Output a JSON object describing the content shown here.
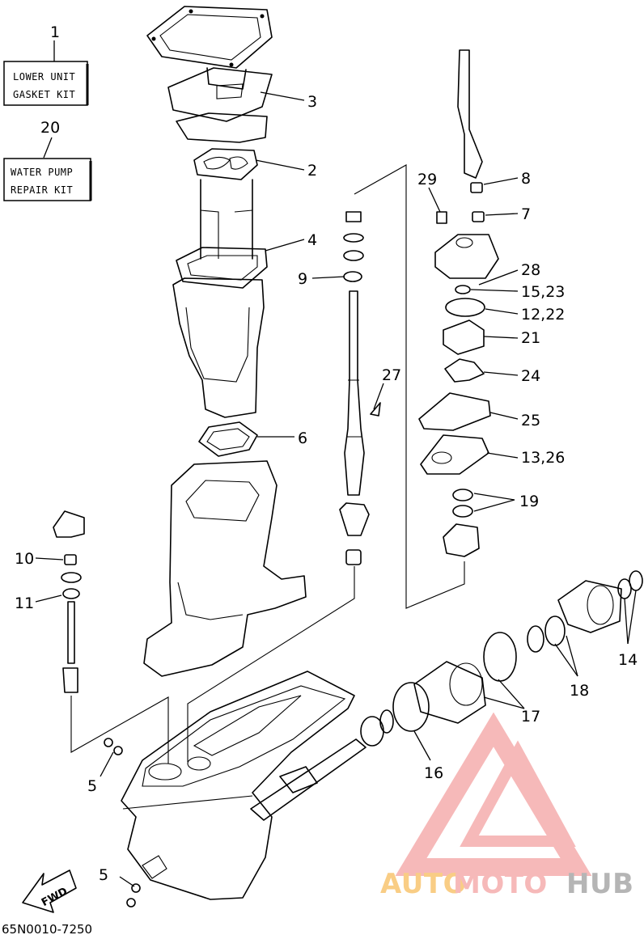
{
  "kits": [
    {
      "ref": "1",
      "line1": "LOWER UNIT",
      "line2": "GASKET KIT"
    },
    {
      "ref": "20",
      "line1": "WATER PUMP",
      "line2": "REPAIR KIT"
    }
  ],
  "callouts": {
    "c1": "1",
    "c2": "2",
    "c3": "3",
    "c4": "4",
    "c5a": "5",
    "c5b": "5",
    "c6": "6",
    "c7": "7",
    "c8": "8",
    "c9": "9",
    "c10": "10",
    "c11": "11",
    "c12_22": "12,22",
    "c13_26": "13,26",
    "c14": "14",
    "c15_23": "15,23",
    "c16": "16",
    "c17": "17",
    "c18": "18",
    "c19": "19",
    "c20": "20",
    "c21": "21",
    "c24": "24",
    "c25": "25",
    "c27": "27",
    "c28": "28",
    "c29": "29"
  },
  "fwd_label": "FWD",
  "drawing_number": "65N0010-7250",
  "watermark": {
    "part1": "AUTO",
    "part2": "MOTO",
    "part3": "HUB",
    "color_orange": "#f5a623",
    "color_red": "#f08080",
    "color_gray": "#7a7a7a"
  }
}
